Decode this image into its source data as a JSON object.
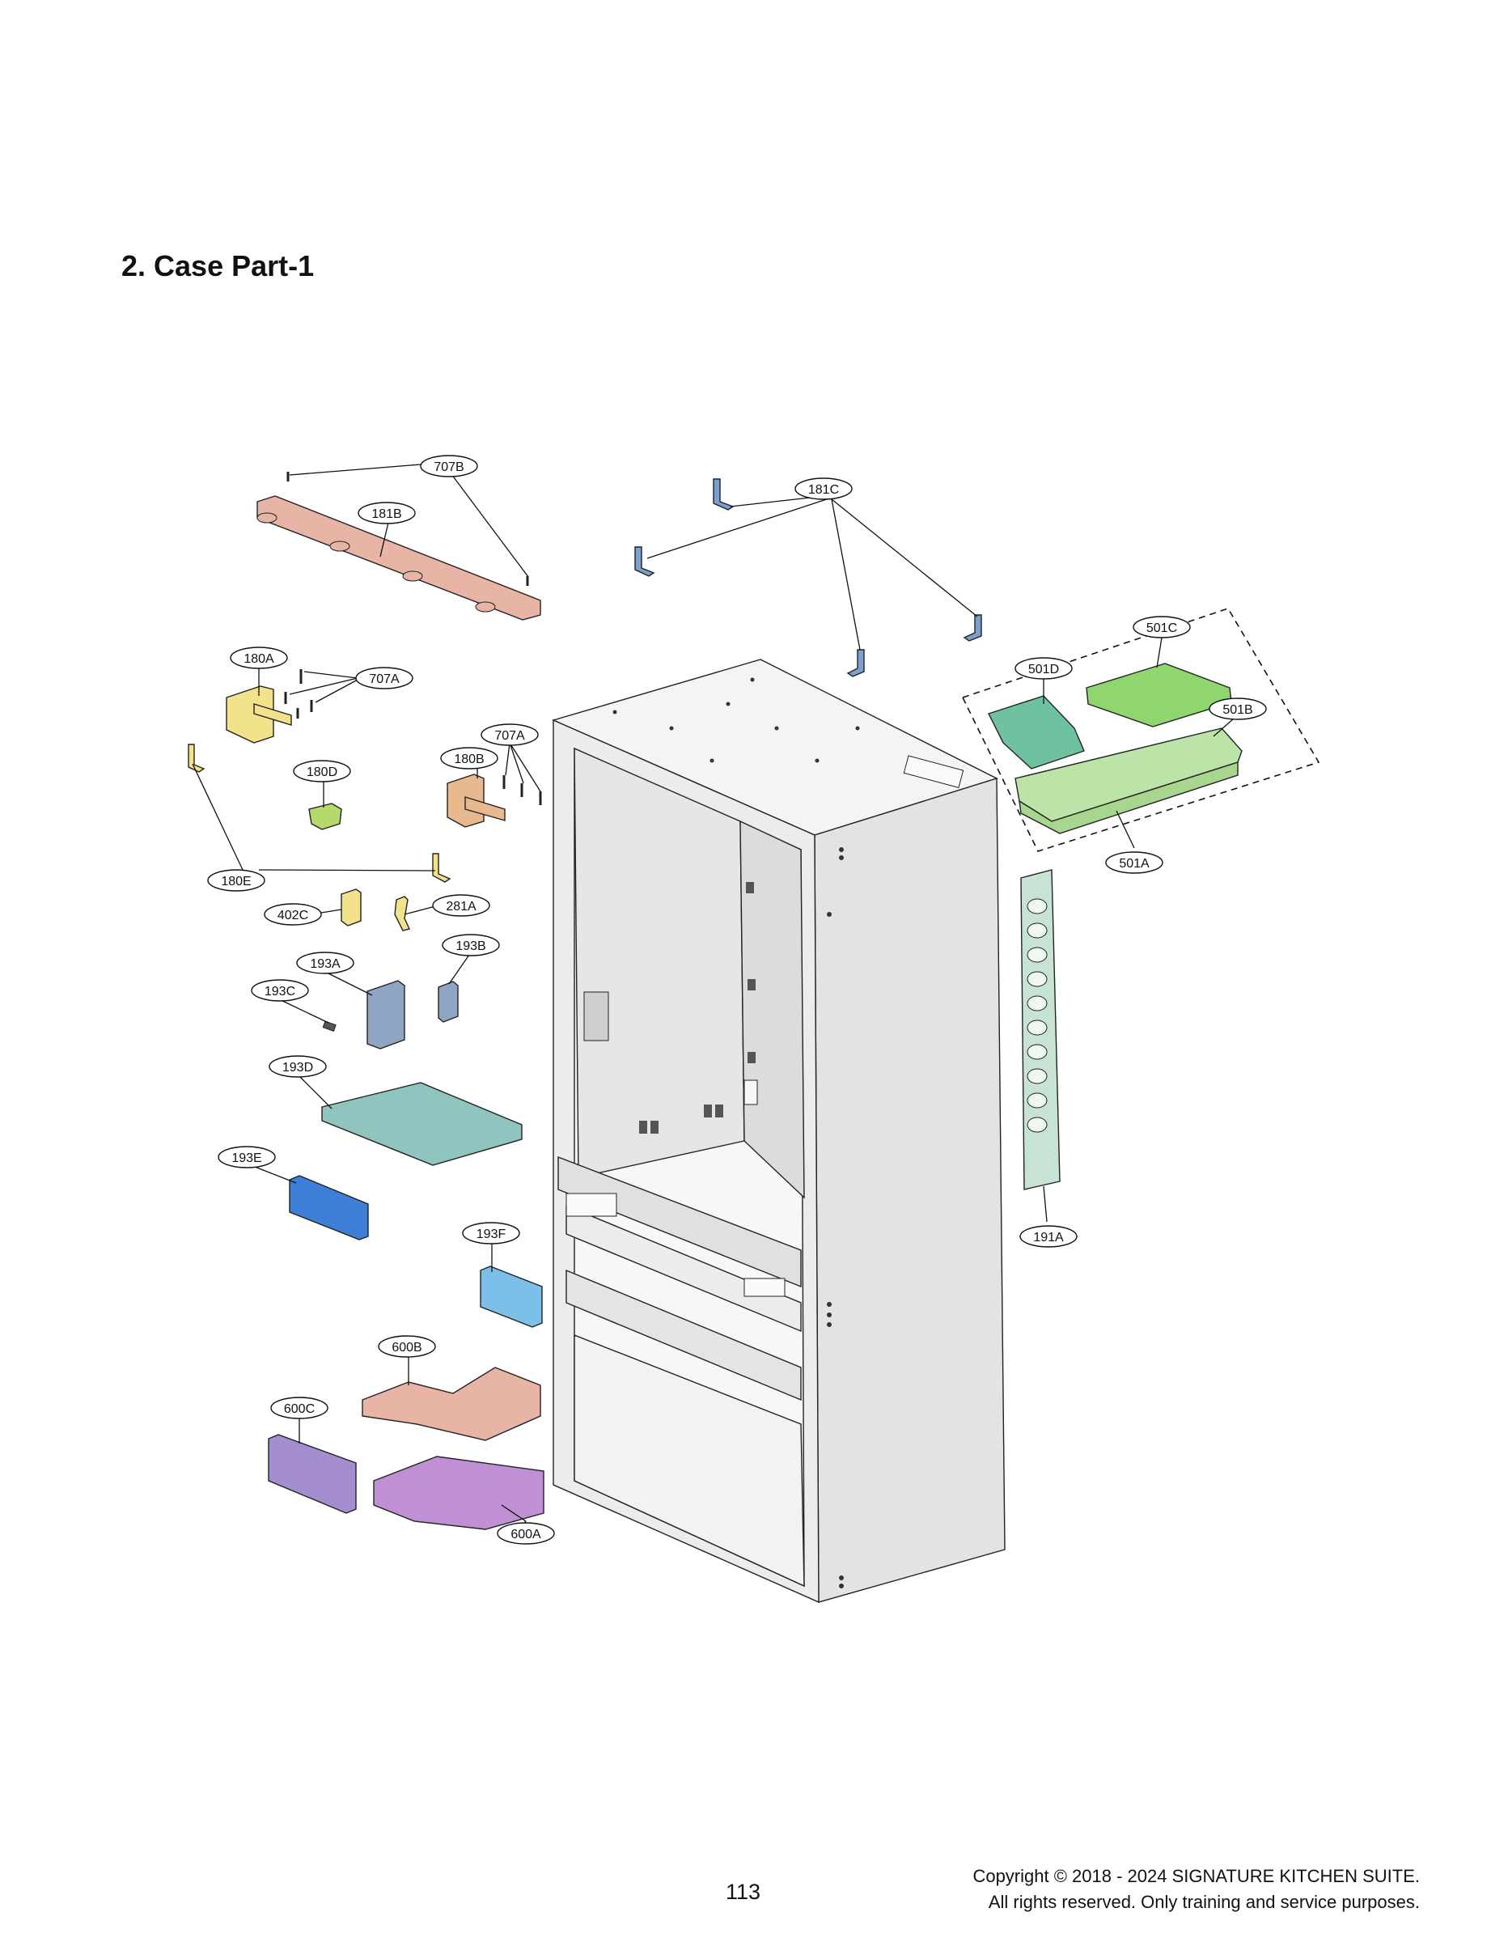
{
  "page": {
    "title": "2. Case Part-1",
    "page_number": "113",
    "copyright_line1": "Copyright © 2018 - 2024 SIGNATURE KITCHEN SUITE.",
    "copyright_line2": "All rights reserved. Only training and service purposes."
  },
  "callouts": [
    {
      "id": "707B",
      "label": "707B"
    },
    {
      "id": "181B",
      "label": "181B"
    },
    {
      "id": "181C",
      "label": "181C"
    },
    {
      "id": "180A",
      "label": "180A"
    },
    {
      "id": "707A-left",
      "label": "707A"
    },
    {
      "id": "707A-right",
      "label": "707A"
    },
    {
      "id": "180B",
      "label": "180B"
    },
    {
      "id": "180D",
      "label": "180D"
    },
    {
      "id": "180E",
      "label": "180E"
    },
    {
      "id": "402C",
      "label": "402C"
    },
    {
      "id": "281A",
      "label": "281A"
    },
    {
      "id": "193B",
      "label": "193B"
    },
    {
      "id": "193A",
      "label": "193A"
    },
    {
      "id": "193C",
      "label": "193C"
    },
    {
      "id": "193D",
      "label": "193D"
    },
    {
      "id": "193E",
      "label": "193E"
    },
    {
      "id": "193F",
      "label": "193F"
    },
    {
      "id": "600B",
      "label": "600B"
    },
    {
      "id": "600C",
      "label": "600C"
    },
    {
      "id": "600A",
      "label": "600A"
    },
    {
      "id": "501C",
      "label": "501C"
    },
    {
      "id": "501D",
      "label": "501D"
    },
    {
      "id": "501B",
      "label": "501B"
    },
    {
      "id": "501A",
      "label": "501A"
    },
    {
      "id": "191A",
      "label": "191A"
    }
  ],
  "colors": {
    "181B": "#e8b4a6",
    "bracket_blue": "#7b9fd0",
    "180A": "#f2e28a",
    "180B": "#e8b98e",
    "180D": "#b5d96a",
    "193A": "#8fa6c2",
    "193D": "#8fc4bf",
    "193E": "#3d7fd6",
    "193F": "#7cc0ea",
    "600B": "#e8b4a6",
    "600C": "#a48ed0",
    "600A": "#c08fd6",
    "501": "#8fd66f",
    "501A": "#bde4a8",
    "191A": "#c7e3d3",
    "cabinet": "#e9e9e9"
  }
}
